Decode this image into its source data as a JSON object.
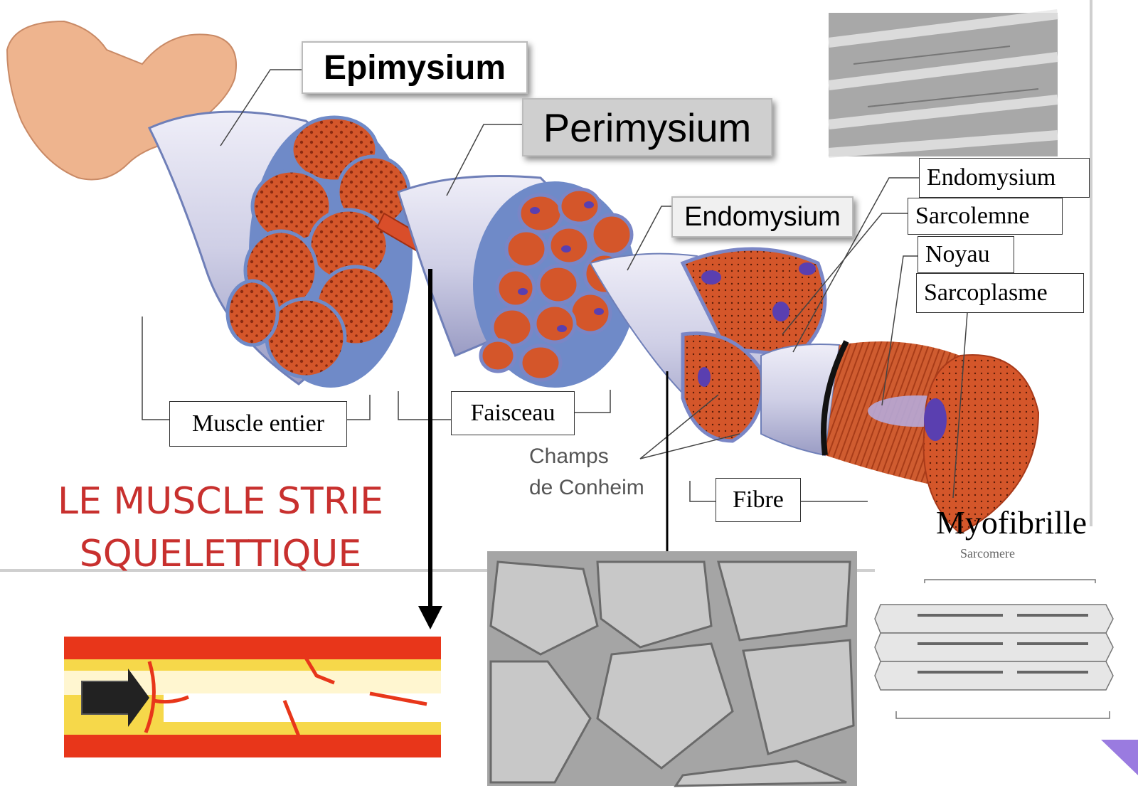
{
  "title": [
    "LE MUSCLE STRIE",
    "SQUELETTIQUE"
  ],
  "labels": {
    "epimysium": "Epimysium",
    "perimysium": "Perimysium",
    "endomysium_fascicle": "Endomysium",
    "endomysium_fiber": "Endomysium",
    "sarcolemme": "Sarcolemne",
    "noyau": "Noyau",
    "sarcoplasme": "Sarcoplasme",
    "muscle_entier": "Muscle entier",
    "faisceau": "Faisceau",
    "champs": [
      "Champs",
      "de Conheim"
    ],
    "fibre": "Fibre",
    "myofibrille": "Myofibrille",
    "sarcomere": "Sarcomere"
  },
  "colors": {
    "muscle": "#d4562a",
    "muscle_dark": "#a83a1a",
    "sheath": "#cfcfe6",
    "sheath_edge": "#6f7fb8",
    "tendon": "#eeb48e",
    "nucleus": "#5a3fb0",
    "title_red": "#c8302e",
    "micro_grey": "#a8a8a8",
    "capillary_red": "#e8361a",
    "capillary_yellow": "#f6d84a"
  },
  "icons": [
    "arrow-down-icon",
    "arrow-right-icon"
  ]
}
